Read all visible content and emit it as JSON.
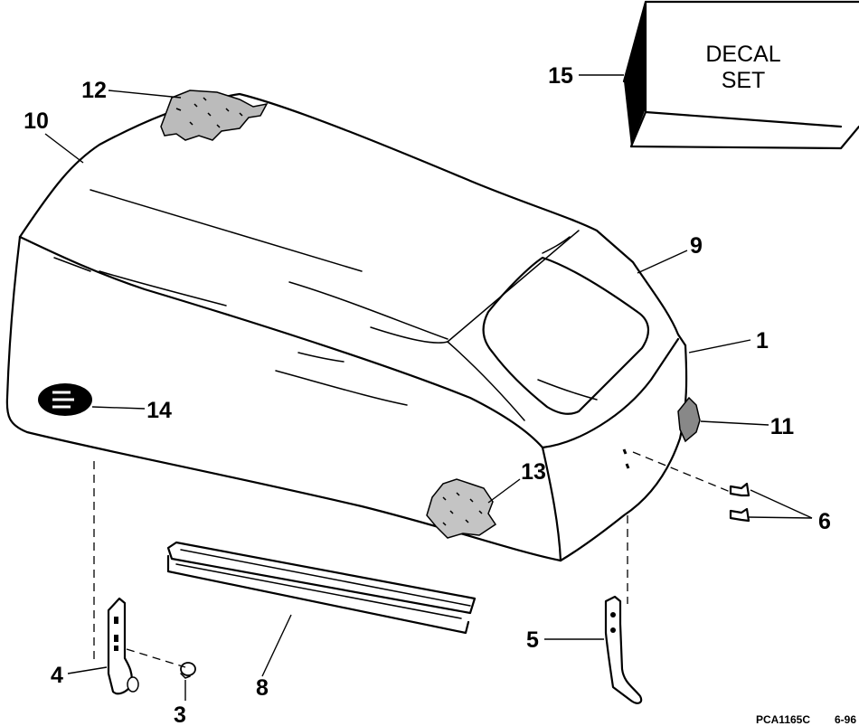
{
  "callouts": {
    "c1": "1",
    "c3": "3",
    "c4": "4",
    "c5": "5",
    "c6": "6",
    "c8": "8",
    "c9": "9",
    "c10": "10",
    "c11": "11",
    "c12": "12",
    "c13": "13",
    "c14": "14",
    "c15": "15"
  },
  "decal_box": {
    "line1": "DECAL",
    "line2": "SET"
  },
  "footer": {
    "ref_code": "PCA1165C",
    "date": "6-96"
  }
}
